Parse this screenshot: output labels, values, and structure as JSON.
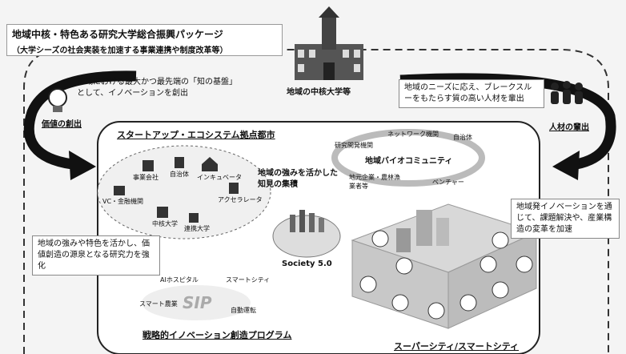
{
  "title": {
    "main": "地域中核・特色ある研究大学総合振興パッケージ",
    "sub": "（大学シーズの社会実装を加速する事業連携や制度改革等）"
  },
  "university": {
    "label": "地域の中核大学等"
  },
  "left_top": {
    "text": "地域における最大かつ最先端の「知の基盤」として、イノベーションを創出",
    "caption": "価値の創出"
  },
  "right_top": {
    "text": "地域のニーズに応え、ブレークスルーをもたらす質の高い人材を輩出",
    "caption": "人材の輩出"
  },
  "startup": {
    "title": "スタートアップ・エコシステム拠点都市",
    "nodes": [
      "事業会社",
      "自治体",
      "インキュベータ",
      "VC・金融機関",
      "中核大学",
      "アクセラレータ",
      "連携大学"
    ]
  },
  "center": {
    "text": "地域の強みを活かした知見の集積",
    "society": "Society 5.0"
  },
  "bio": {
    "title": "地域バイオコミュニティ",
    "nodes": [
      "ネットワーク機関",
      "研究開発機関",
      "自治体",
      "地元企業・農林漁業者等",
      "ベンチャー"
    ]
  },
  "left_bottom": {
    "text": "地域の強みや特色を活かし、価値創造の源泉となる研究力を強化"
  },
  "right_mid": {
    "text": "地域発イノベーションを通じて、課題解決や、産業構造の変革を加速"
  },
  "sip": {
    "logo": "SIP",
    "items": [
      "AIホスピタル",
      "スマートシティ",
      "スマート農業",
      "自動運転"
    ],
    "caption": "戦略的イノベーション創造プログラム"
  },
  "city": {
    "caption": "スーパーシティ/スマートシティ"
  },
  "colors": {
    "arrow": "#111111",
    "dashed": "#333333",
    "panel": "#ffffff"
  }
}
